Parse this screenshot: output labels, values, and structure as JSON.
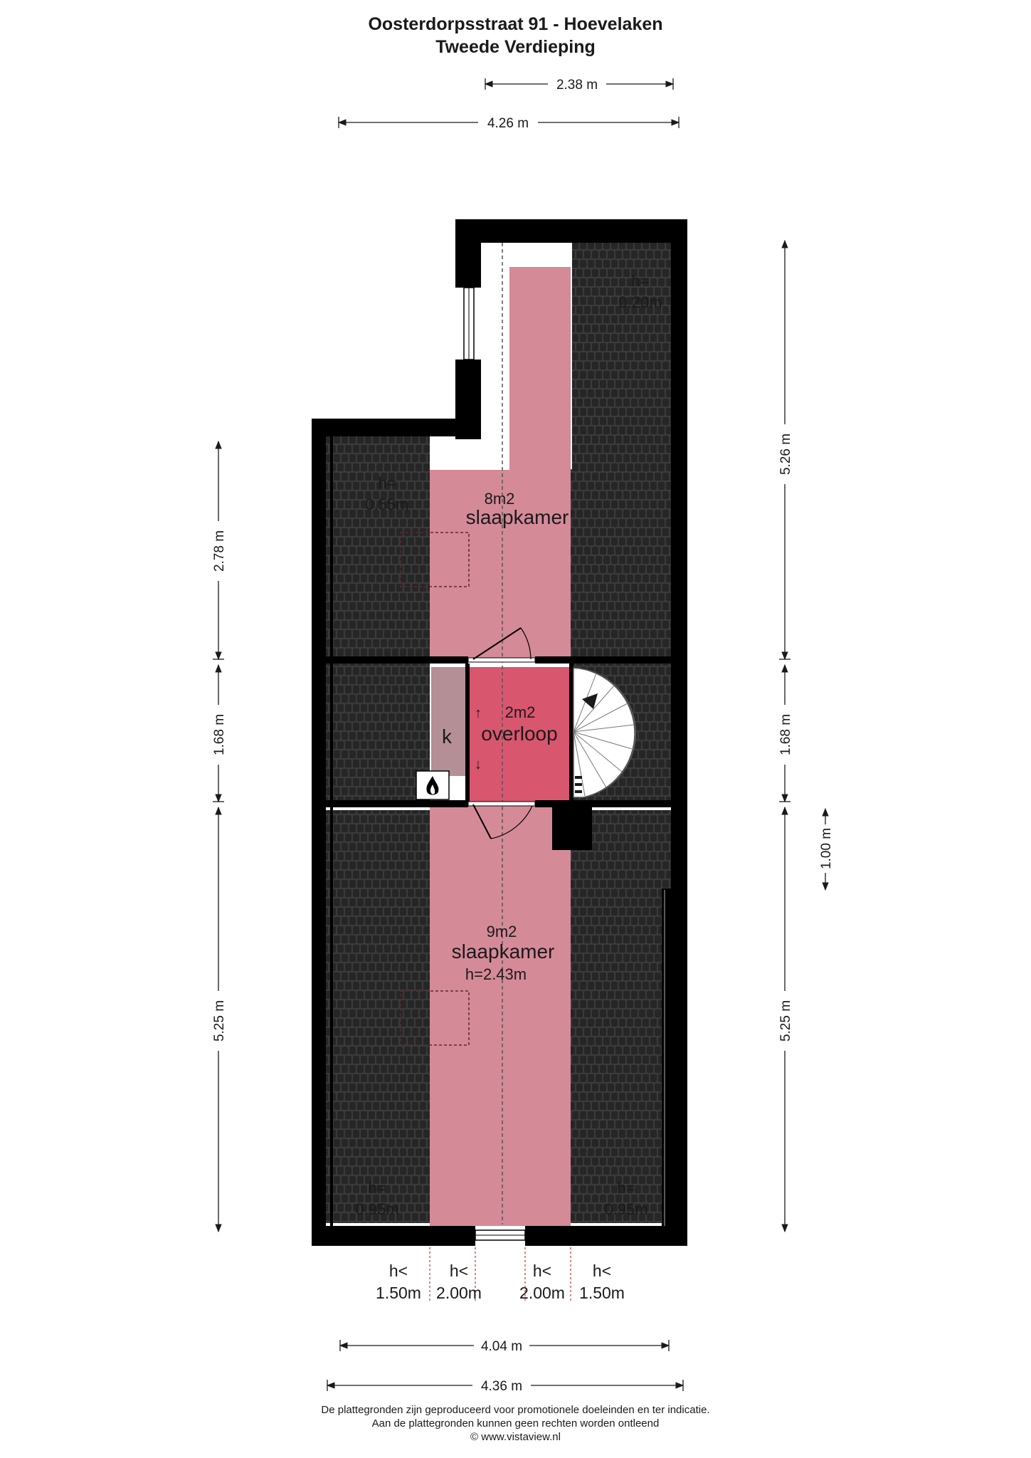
{
  "header": {
    "address": "Oosterdorpsstraat 91 - Hoevelaken",
    "floor": "Tweede Verdieping"
  },
  "dimensions": {
    "top_inner": "2.38 m",
    "top_outer": "4.26 m",
    "left_top": "2.78 m",
    "left_middle": "1.68 m",
    "left_bottom": "5.25 m",
    "right_top": "5.26 m",
    "right_middle": "1.68 m",
    "right_step": "1.00 m",
    "right_bottom": "5.25 m",
    "bottom_inner": "4.04 m",
    "bottom_outer": "4.36 m"
  },
  "rooms": {
    "bedroom_top": {
      "area": "8m2",
      "name": "slaapkamer"
    },
    "landing": {
      "area": "2m2",
      "name": "overloop"
    },
    "cupboard": {
      "label": "k"
    },
    "bedroom_bottom": {
      "area": "9m2",
      "name": "slaapkamer",
      "height": "h=2.43m"
    }
  },
  "heights": {
    "top_right": {
      "line1": "h=",
      "line2": "0.20m"
    },
    "top_left": {
      "line1": "h=",
      "line2": "0.55m"
    },
    "bottom_left": {
      "line1": "h=",
      "line2": "0.95m"
    },
    "bottom_right": {
      "line1": "h=",
      "line2": "0.95m"
    },
    "bottom_markers": [
      {
        "line1": "h<",
        "line2": "1.50m"
      },
      {
        "line1": "h<",
        "line2": "2.00m"
      },
      {
        "line1": "h<",
        "line2": "2.00m"
      },
      {
        "line1": "h<",
        "line2": "1.50m"
      }
    ]
  },
  "landing_arrows": {
    "up": "↑",
    "down": "↓"
  },
  "colors": {
    "wall": "#000000",
    "roof_tiles": "#3a3a3a",
    "bedroom_fill": "#d58a97",
    "landing_fill": "#d9566f",
    "cupboard_fill": "#b58f96"
  },
  "icons": {
    "boiler": "flame-icon",
    "stairs": "spiral-stairs"
  },
  "footer": {
    "line1": "De plattegronden zijn geproduceerd voor promotionele doeleinden en ter indicatie.",
    "line2": "Aan de plattegronden kunnen geen rechten worden ontleend",
    "line3": "© www.vistaview.nl"
  }
}
